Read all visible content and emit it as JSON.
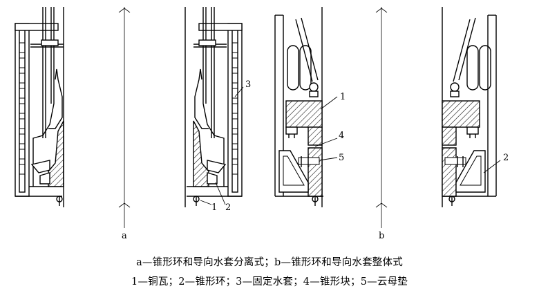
{
  "figure": {
    "panel_a_label": "a",
    "panel_b_label": "b",
    "callouts_a": {
      "n1": "1",
      "n2": "2",
      "n3": "3"
    },
    "callouts_b": {
      "n1": "1",
      "n2": "2",
      "n4": "4",
      "n5": "5"
    }
  },
  "caption": {
    "line1": "a—锥形环和导向水套分离式；b—锥形环和导向水套整体式",
    "line2": "1—铜瓦；2—锥形环；3—固定水套；4—锥形块；5—云母垫"
  }
}
